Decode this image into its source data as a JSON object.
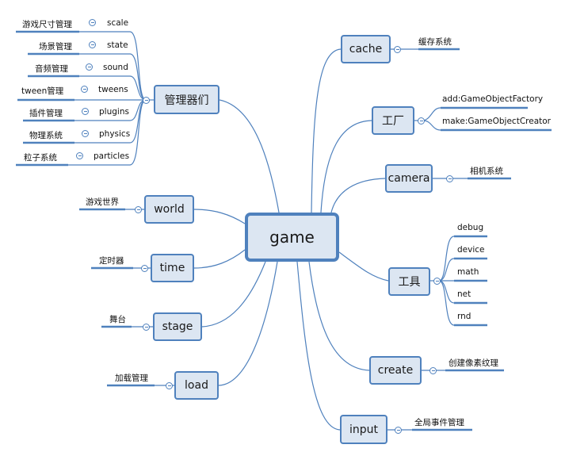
{
  "root": {
    "label": "game"
  },
  "right": {
    "cache": {
      "label": "cache",
      "children": [
        "缓存系统"
      ]
    },
    "factory": {
      "label": "工厂",
      "children": [
        "add:GameObjectFactory",
        "make:GameObjectCreator"
      ]
    },
    "camera": {
      "label": "camera",
      "children": [
        "相机系统"
      ]
    },
    "tools": {
      "label": "工具",
      "children": [
        "debug",
        "device",
        "math",
        "net",
        "rnd"
      ]
    },
    "create": {
      "label": "create",
      "children": [
        "创建像素纹理"
      ]
    },
    "input": {
      "label": "input",
      "children": [
        "全局事件管理"
      ]
    }
  },
  "left": {
    "managers": {
      "label": "管理器们",
      "children": [
        {
          "name": "scale",
          "desc": "游戏尺寸管理"
        },
        {
          "name": "state",
          "desc": "场景管理"
        },
        {
          "name": "sound",
          "desc": "音频管理"
        },
        {
          "name": "tweens",
          "desc": "tween管理"
        },
        {
          "name": "plugins",
          "desc": "插件管理"
        },
        {
          "name": "physics",
          "desc": "物理系统"
        },
        {
          "name": "particles",
          "desc": "粒子系统"
        }
      ]
    },
    "world": {
      "label": "world",
      "children": [
        "游戏世界"
      ]
    },
    "time": {
      "label": "time",
      "children": [
        "定时器"
      ]
    },
    "stage": {
      "label": "stage",
      "children": [
        "舞台"
      ]
    },
    "load": {
      "label": "load",
      "children": [
        "加载管理"
      ]
    }
  }
}
